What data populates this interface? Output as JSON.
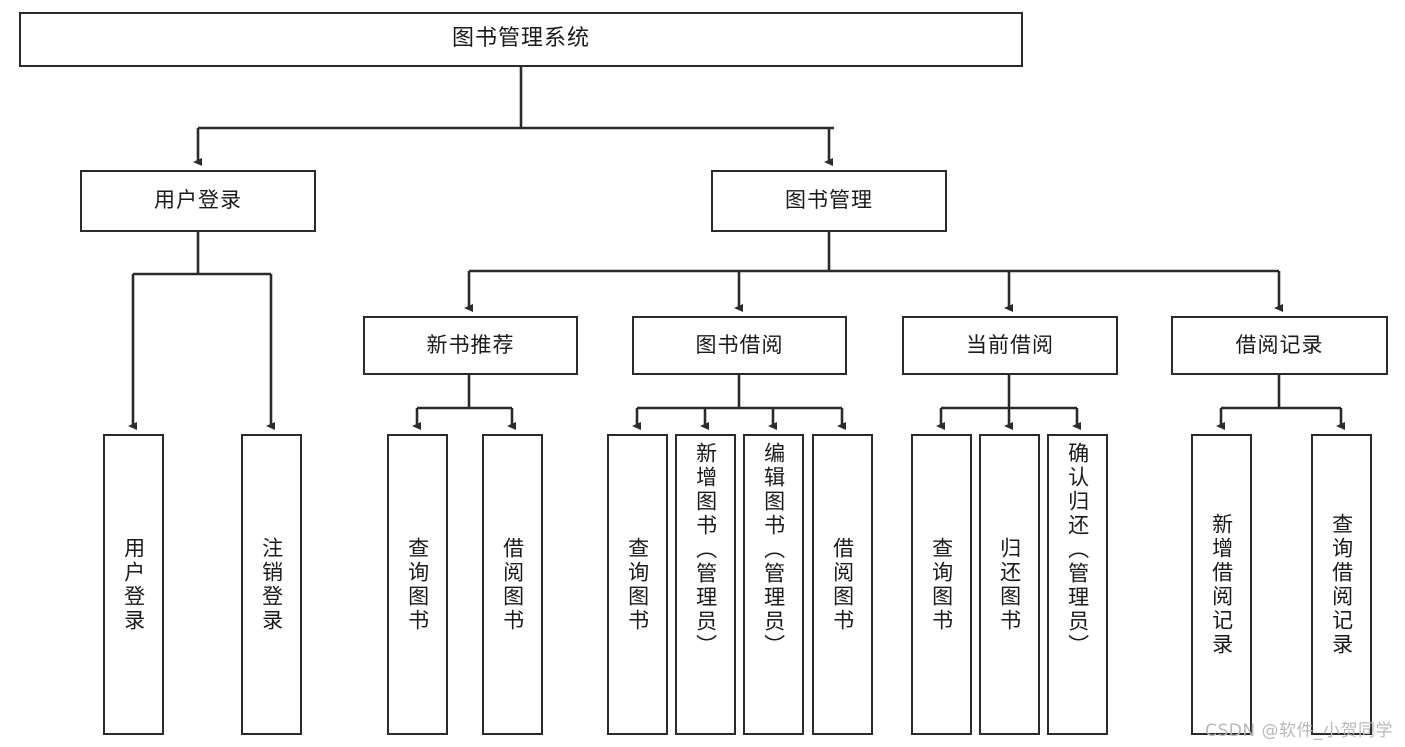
{
  "diagram": {
    "title": "图书管理系统",
    "type": "tree",
    "orientation": "top-down",
    "style": {
      "box_border_color": "#2b2b2b",
      "box_fill_color": "#ffffff",
      "connector_color": "#2b2b2b",
      "text_color": "#1a1a1a",
      "background": "#ffffff"
    },
    "levels": [
      {
        "level": 0,
        "nodes": [
          {
            "id": "root",
            "label": "图书管理系统",
            "orientation": "horizontal"
          }
        ]
      },
      {
        "level": 1,
        "nodes": [
          {
            "id": "login",
            "label": "用户登录",
            "orientation": "horizontal",
            "parent": "root"
          },
          {
            "id": "bookmgmt",
            "label": "图书管理",
            "orientation": "horizontal",
            "parent": "root"
          }
        ]
      },
      {
        "level": 2,
        "nodes": [
          {
            "id": "newbook",
            "label": "新书推荐",
            "orientation": "horizontal",
            "parent": "bookmgmt"
          },
          {
            "id": "borrow",
            "label": "图书借阅",
            "orientation": "horizontal",
            "parent": "bookmgmt"
          },
          {
            "id": "current",
            "label": "当前借阅",
            "orientation": "horizontal",
            "parent": "bookmgmt"
          },
          {
            "id": "records",
            "label": "借阅记录",
            "orientation": "horizontal",
            "parent": "bookmgmt"
          }
        ]
      },
      {
        "level": 3,
        "nodes": [
          {
            "id": "leaf1",
            "label": "用户登录",
            "orientation": "vertical",
            "parent": "login",
            "align": "mid"
          },
          {
            "id": "leaf2",
            "label": "注销登录",
            "orientation": "vertical",
            "parent": "login",
            "align": "mid"
          },
          {
            "id": "leaf3",
            "label": "查询图书",
            "orientation": "vertical",
            "parent": "newbook",
            "align": "mid"
          },
          {
            "id": "leaf4",
            "label": "借阅图书",
            "orientation": "vertical",
            "parent": "newbook",
            "align": "mid"
          },
          {
            "id": "leaf5",
            "label": "查询图书",
            "orientation": "vertical",
            "parent": "borrow",
            "align": "mid"
          },
          {
            "id": "leaf6",
            "label": "新增图书（管理员）",
            "orientation": "vertical",
            "parent": "borrow",
            "align": "top"
          },
          {
            "id": "leaf7",
            "label": "编辑图书（管理员）",
            "orientation": "vertical",
            "parent": "borrow",
            "align": "top"
          },
          {
            "id": "leaf8",
            "label": "借阅图书",
            "orientation": "vertical",
            "parent": "borrow",
            "align": "mid"
          },
          {
            "id": "leaf9",
            "label": "查询图书",
            "orientation": "vertical",
            "parent": "current",
            "align": "mid"
          },
          {
            "id": "leaf10",
            "label": "归还图书",
            "orientation": "vertical",
            "parent": "current",
            "align": "mid"
          },
          {
            "id": "leaf11",
            "label": "确认归还（管理员）",
            "orientation": "vertical",
            "parent": "current",
            "align": "top"
          },
          {
            "id": "leaf12",
            "label": "新增借阅记录",
            "orientation": "vertical",
            "parent": "records",
            "align": "mid"
          },
          {
            "id": "leaf13",
            "label": "查询借阅记录",
            "orientation": "vertical",
            "parent": "records",
            "align": "mid"
          }
        ]
      }
    ]
  },
  "watermark": {
    "text": "CSDN @软件_小贺同学"
  }
}
